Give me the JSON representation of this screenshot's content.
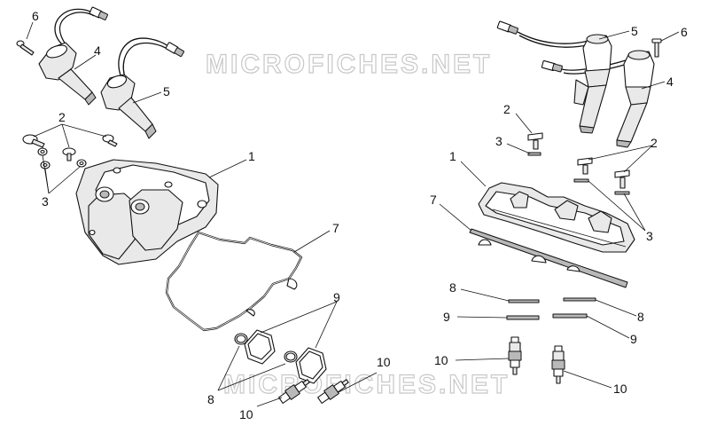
{
  "watermark": {
    "text": "MICROFICHES.NET",
    "color": "#c8c8c8"
  },
  "callouts": {
    "left": {
      "c1": "1",
      "c2": "2",
      "c3": "3",
      "c4": "4",
      "c5": "5",
      "c6": "6",
      "c7": "7",
      "c8": "8",
      "c9": "9",
      "c10": "10"
    },
    "right": {
      "c1": "1",
      "c2": "2",
      "c3": "3",
      "c4": "4",
      "c5": "5",
      "c6": "6",
      "c7": "7",
      "c8a": "8",
      "c8b": "8",
      "c9a": "9",
      "c9b": "9",
      "c10a": "10",
      "c10b": "10"
    }
  },
  "colors": {
    "line": "#111111",
    "part_fill": "#e9e9e9",
    "part_dark": "#b9b9b9",
    "background": "#ffffff"
  }
}
